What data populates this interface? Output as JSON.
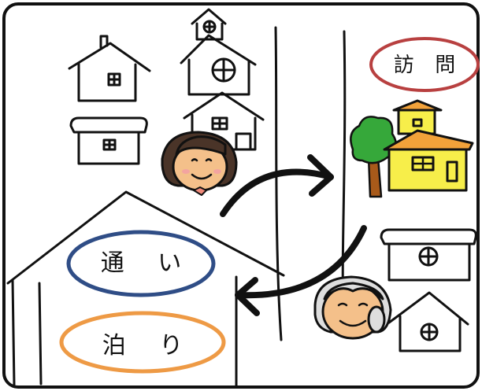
{
  "labels": {
    "houmon": "訪 問",
    "kayoi": "通 い",
    "tomari": "泊 り"
  },
  "colors": {
    "houmon_oval": "#b84040",
    "kayoi_oval": "#2f4d86",
    "tomari_oval": "#ee9a45",
    "house_yellow": "#f7ee4a",
    "roof_orange": "#f2a23a",
    "tree_green": "#36a83a",
    "trunk_brown": "#a85a1a",
    "hair_brown": "#4a3428",
    "skin": "#f4c08a",
    "outline": "#111111"
  }
}
